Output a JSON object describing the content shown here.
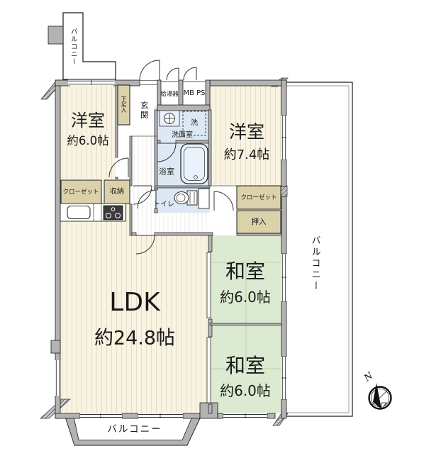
{
  "rooms": {
    "western_left": {
      "label": "洋室",
      "size": "約6.0帖"
    },
    "western_right": {
      "label": "洋室",
      "size": "約7.4帖"
    },
    "japanese_upper": {
      "label": "和室",
      "size": "約6.0帖"
    },
    "japanese_lower": {
      "label": "和室",
      "size": "約6.0帖"
    },
    "ldk": {
      "label": "LDK",
      "size": "約24.8帖"
    }
  },
  "features": {
    "entrance": "玄関",
    "shoe_box": "下足入",
    "water_heater": "給湯器",
    "meter_pipe_space": "MB PS",
    "washer": "洗",
    "washroom": "洗面室",
    "bathroom": "浴室",
    "toilet": "トイレ",
    "closet_west": "クローゼット",
    "storage": "収納",
    "closet_east": "クローゼット",
    "futon_closet": "押入"
  },
  "balconies": {
    "top_left": "バルコニー",
    "right": "バルコニー",
    "bottom": "バルコニー"
  },
  "compass": {
    "north": "N"
  },
  "colors": {
    "wall": "#b3b3b3",
    "flooring": "#f8f3e2",
    "tatami": "#dcead2",
    "wet_area": "#dce9f4",
    "storage_tan": "#dbd2ab"
  }
}
